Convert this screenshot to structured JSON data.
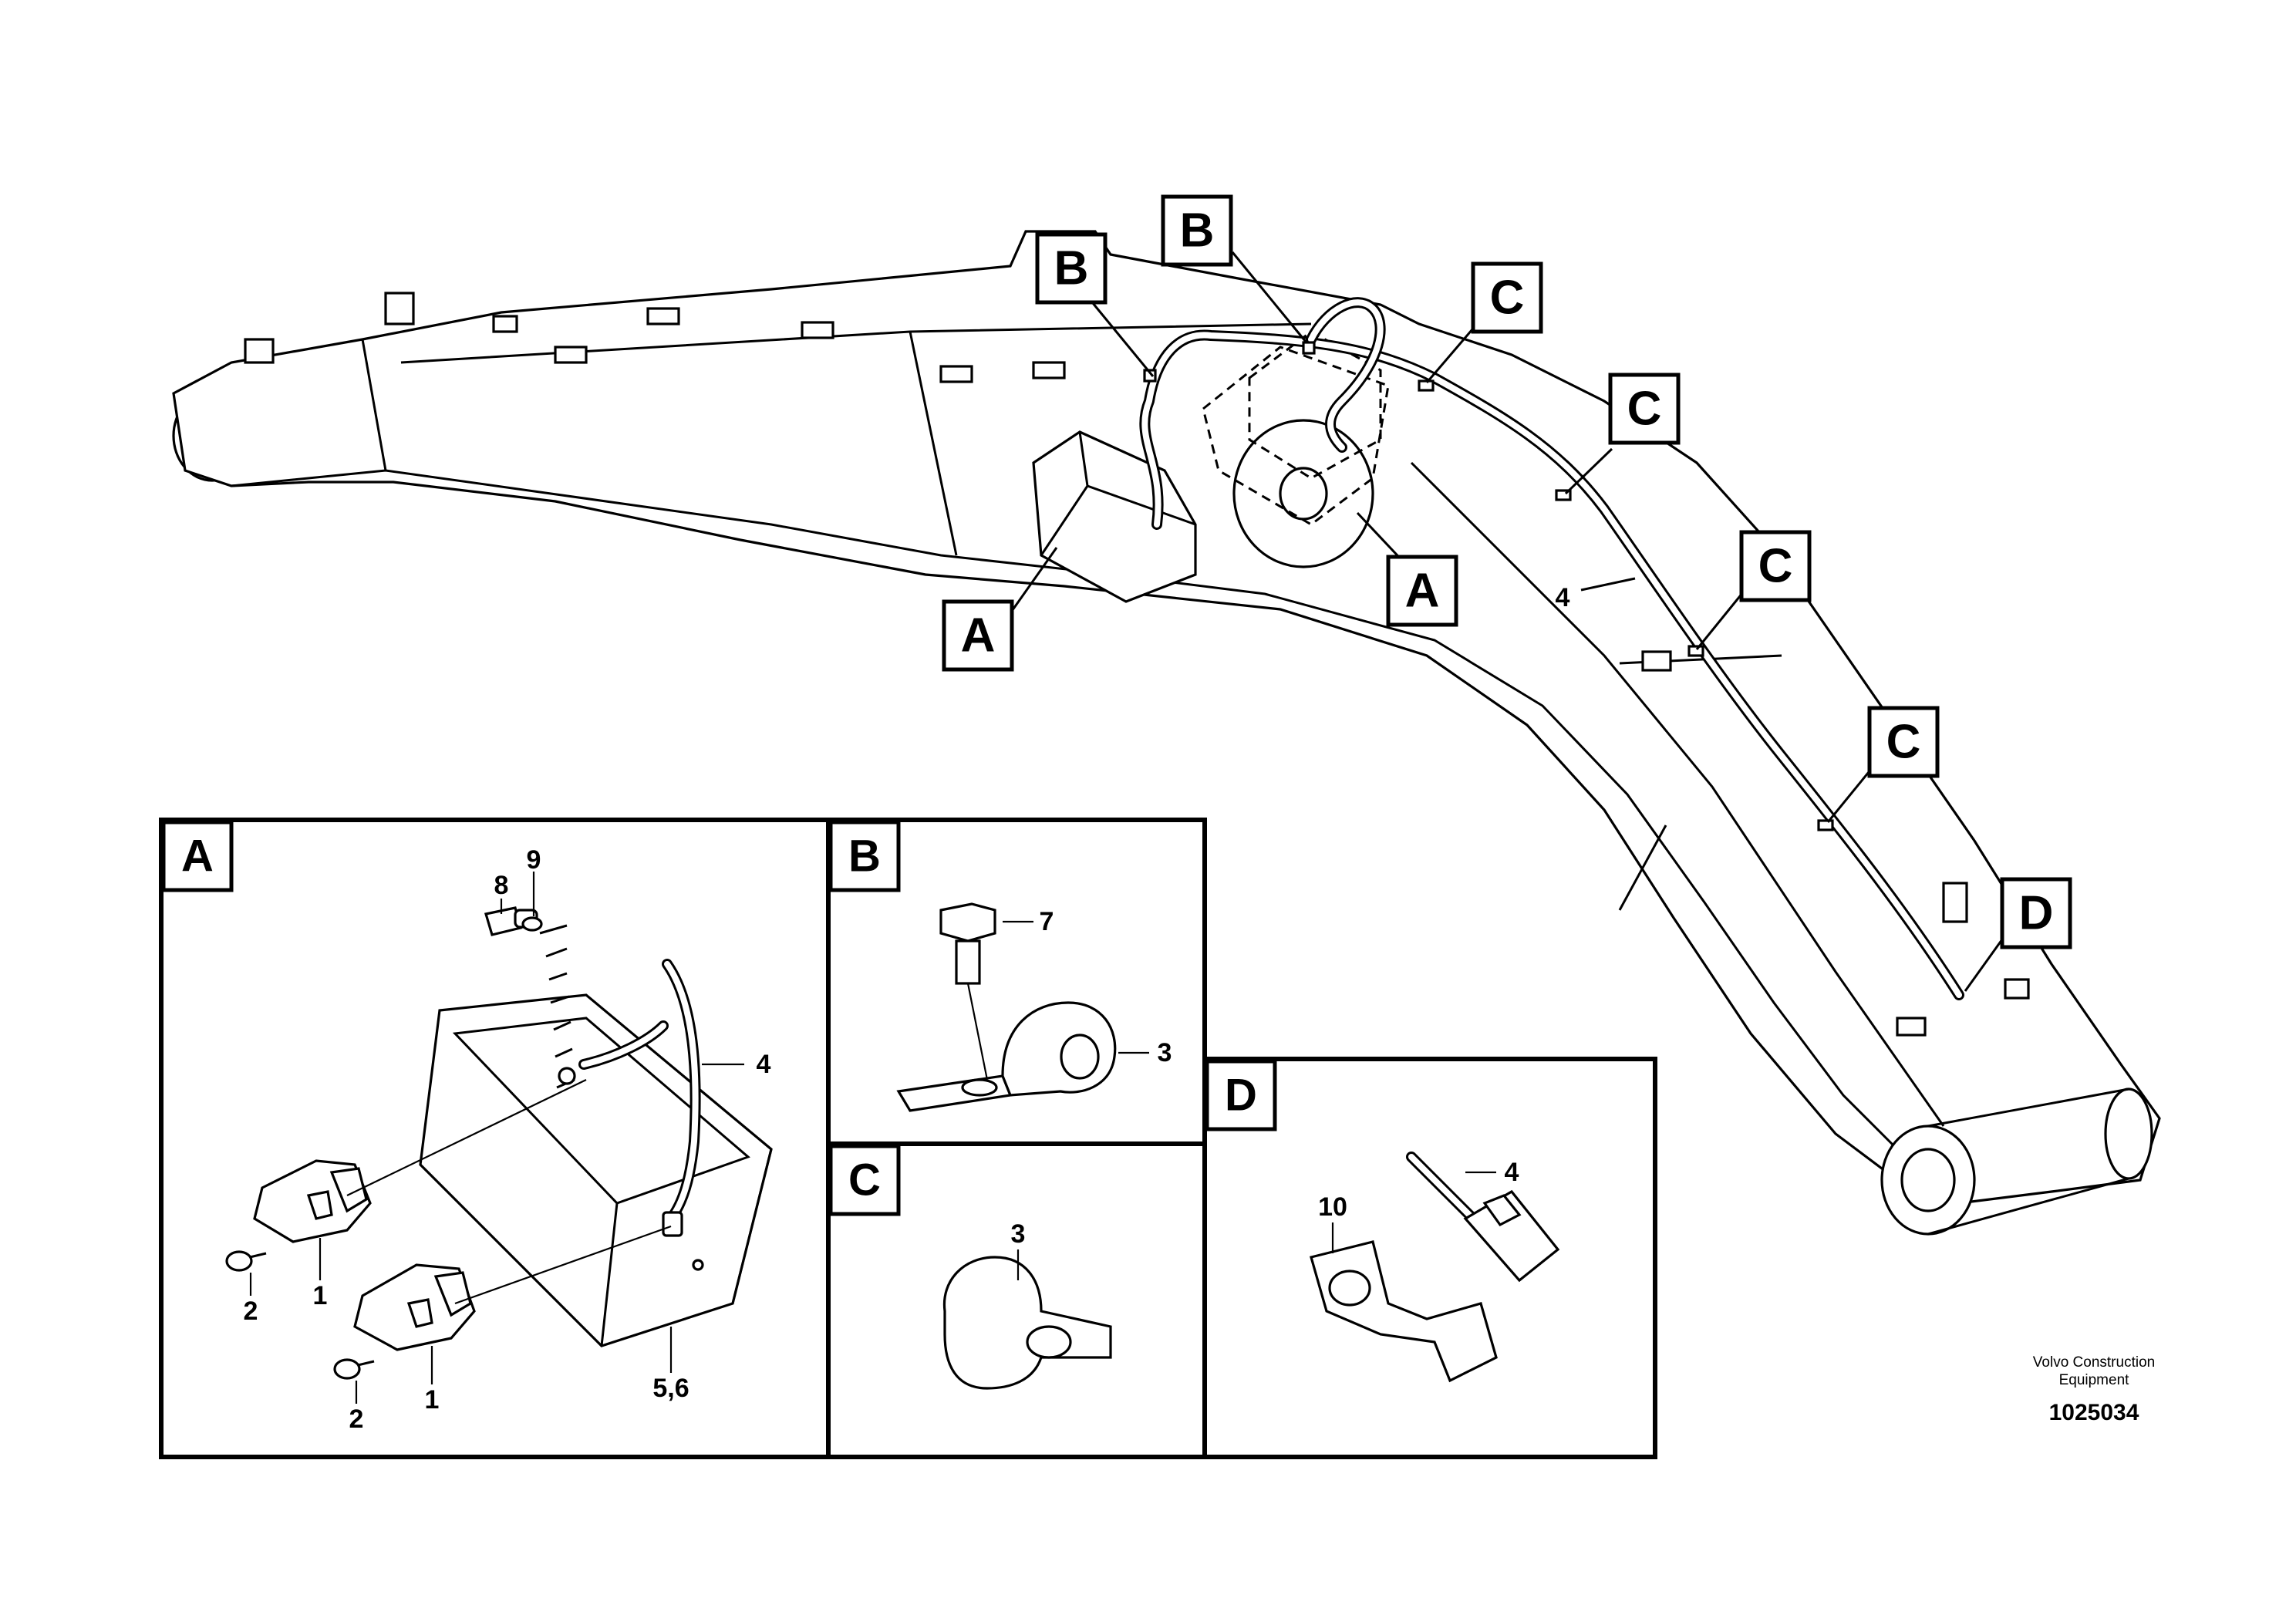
{
  "callouts": {
    "top_b1": "B",
    "top_b2": "B",
    "top_a1": "A",
    "top_a2": "A",
    "top_c1": "C",
    "top_c2": "C",
    "top_c3": "C",
    "top_c4": "C",
    "top_d": "D",
    "hose_label": "4"
  },
  "panels": {
    "a": {
      "label": "A",
      "parts": {
        "p8": "8",
        "p9": "9",
        "p4": "4",
        "p2a": "2",
        "p1a": "1",
        "p2b": "2",
        "p1b": "1",
        "p56": "5,6"
      }
    },
    "b": {
      "label": "B",
      "parts": {
        "p7": "7",
        "p3": "3"
      }
    },
    "c": {
      "label": "C",
      "parts": {
        "p3": "3"
      }
    },
    "d": {
      "label": "D",
      "parts": {
        "p10": "10",
        "p4": "4"
      }
    }
  },
  "footer": {
    "brand_line1": "Volvo Construction",
    "brand_line2": "Equipment",
    "drawing_number": "1025034"
  }
}
